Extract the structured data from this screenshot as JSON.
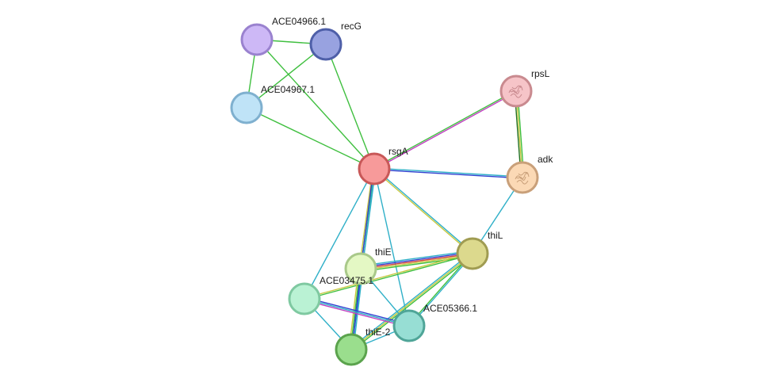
{
  "network": {
    "nodes": [
      {
        "id": "ACE04966.1",
        "label": "ACE04966.1",
        "fill": "#cdb8f6",
        "stroke": "#9a82cf",
        "icon": ""
      },
      {
        "id": "recG",
        "label": "recG",
        "fill": "#98a2e0",
        "stroke": "#4e5fa8",
        "icon": ""
      },
      {
        "id": "ACE04967.1",
        "label": "ACE04967.1",
        "fill": "#bfe3f7",
        "stroke": "#7fb0cf",
        "icon": ""
      },
      {
        "id": "rpsL",
        "label": "rpsL",
        "fill": "#f6c4c8",
        "stroke": "#c98a8f",
        "icon": "protein-structure-icon"
      },
      {
        "id": "rsgA",
        "label": "rsgA",
        "fill": "#f79a9a",
        "stroke": "#c85858",
        "icon": ""
      },
      {
        "id": "adk",
        "label": "adk",
        "fill": "#fbd9b5",
        "stroke": "#c9a07a",
        "icon": "protein-structure-icon"
      },
      {
        "id": "thiL",
        "label": "thiL",
        "fill": "#dcd98d",
        "stroke": "#a09c52",
        "icon": ""
      },
      {
        "id": "thiE",
        "label": "thiE",
        "fill": "#e4f8c4",
        "stroke": "#a9c98a",
        "icon": ""
      },
      {
        "id": "ACE03475.1",
        "label": "ACE03475.1",
        "fill": "#baf2d4",
        "stroke": "#7fc9a1",
        "icon": ""
      },
      {
        "id": "ACE05366.1",
        "label": "ACE05366.1",
        "fill": "#97ded4",
        "stroke": "#4fa598",
        "icon": ""
      },
      {
        "id": "thiE-2",
        "label": "thiE-2",
        "fill": "#9ade8d",
        "stroke": "#5ba34d",
        "icon": ""
      }
    ],
    "edges": [
      {
        "source": "ACE04966.1",
        "target": "recG",
        "colors": [
          "#3fbf3f"
        ]
      },
      {
        "source": "ACE04966.1",
        "target": "ACE04967.1",
        "colors": [
          "#3fbf3f"
        ]
      },
      {
        "source": "ACE04966.1",
        "target": "rsgA",
        "colors": [
          "#3fbf3f"
        ]
      },
      {
        "source": "recG",
        "target": "ACE04967.1",
        "colors": [
          "#3fbf3f"
        ]
      },
      {
        "source": "recG",
        "target": "rsgA",
        "colors": [
          "#3fbf3f"
        ]
      },
      {
        "source": "ACE04967.1",
        "target": "rsgA",
        "colors": [
          "#3fbf3f"
        ]
      },
      {
        "source": "rsgA",
        "target": "rpsL",
        "colors": [
          "#3fbf3f",
          "#c040c0"
        ]
      },
      {
        "source": "rsgA",
        "target": "adk",
        "colors": [
          "#30b0c8",
          "#3040d0"
        ]
      },
      {
        "source": "rpsL",
        "target": "adk",
        "colors": [
          "#3fbf3f",
          "#c8c840",
          "#207020"
        ]
      },
      {
        "source": "rsgA",
        "target": "thiL",
        "colors": [
          "#30b0c8",
          "#c8c840"
        ]
      },
      {
        "source": "rsgA",
        "target": "thiE",
        "colors": [
          "#30b0c8",
          "#3fbf3f",
          "#c8c840"
        ]
      },
      {
        "source": "rsgA",
        "target": "ACE03475.1",
        "colors": [
          "#30b0c8"
        ]
      },
      {
        "source": "rsgA",
        "target": "ACE05366.1",
        "colors": [
          "#30b0c8"
        ]
      },
      {
        "source": "rsgA",
        "target": "thiE-2",
        "colors": [
          "#30b0c8",
          "#3040d0"
        ]
      },
      {
        "source": "adk",
        "target": "thiL",
        "colors": [
          "#30b0c8"
        ]
      },
      {
        "source": "thiL",
        "target": "thiE",
        "colors": [
          "#3fbf3f",
          "#c8c840",
          "#d04040",
          "#3040d0",
          "#30b0c8"
        ]
      },
      {
        "source": "thiL",
        "target": "ACE03475.1",
        "colors": [
          "#3fbf3f",
          "#c8c840"
        ]
      },
      {
        "source": "thiL",
        "target": "ACE05366.1",
        "colors": [
          "#30b0c8",
          "#3fbf3f"
        ]
      },
      {
        "source": "thiL",
        "target": "thiE-2",
        "colors": [
          "#3fbf3f",
          "#c8c840",
          "#30b0c8"
        ]
      },
      {
        "source": "thiE",
        "target": "thiE-2",
        "colors": [
          "#30b0c8",
          "#3040d0",
          "#3fbf3f",
          "#c8c840"
        ]
      },
      {
        "source": "thiE",
        "target": "ACE05366.1",
        "colors": [
          "#30b0c8"
        ]
      },
      {
        "source": "ACE03475.1",
        "target": "ACE05366.1",
        "colors": [
          "#3040d0",
          "#30b0c8",
          "#c040c0"
        ]
      },
      {
        "source": "ACE03475.1",
        "target": "thiE-2",
        "colors": [
          "#30b0c8"
        ]
      },
      {
        "source": "ACE05366.1",
        "target": "thiE-2",
        "colors": [
          "#30b0c8"
        ]
      }
    ]
  }
}
